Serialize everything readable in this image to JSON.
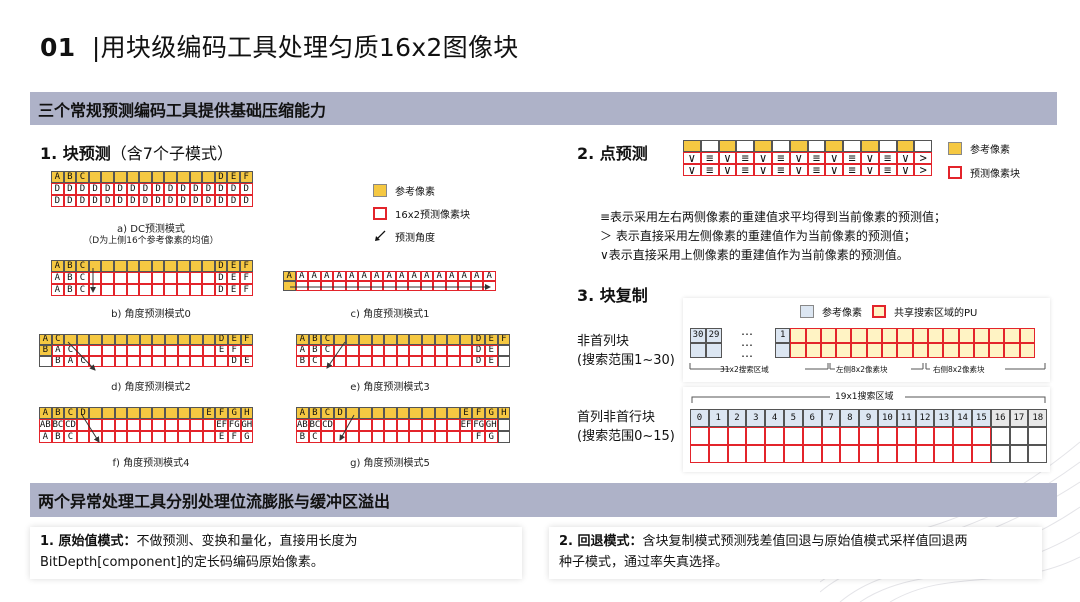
{
  "title": {
    "num": "01",
    "sep": "|",
    "text": "用块级编码工具处理匀质16x2图像块"
  },
  "section1": "三个常规预测编码工具提供基础压缩能力",
  "section2": "两个异常处理工具分别处理位流膨胀与缓冲区溢出",
  "block_pred": {
    "heading": "1. 块预测",
    "heading_note": "（含7个子模式）",
    "legend": [
      "参考像素",
      "16x2预测像素块",
      "预测角度"
    ],
    "dc_caption": "a) DC预测模式",
    "dc_note": "（D为上侧16个参考像素的均值）",
    "captions": [
      "b) 角度预测模式0",
      "c) 角度预测模式1",
      "d) 角度预测模式2",
      "e) 角度预测模式3",
      "f) 角度预测模式4",
      "g) 角度预测模式5"
    ]
  },
  "point_pred": {
    "heading": "2. 点预测",
    "legend": [
      "参考像素",
      "预测像素块"
    ],
    "notes": [
      "≡表示采用左右两侧像素的重建值求平均得到当前像素的预测值；",
      "＞ 表示直接采用左侧像素的重建值作为当前像素的预测值；",
      "∨表示直接采用上侧像素的重建值作为当前像素的预测值。"
    ]
  },
  "block_copy": {
    "heading": "3. 块复制",
    "legend": [
      "参考像素",
      "共享搜索区域的PU"
    ],
    "row1_label": "非首列块",
    "row1_range": "(搜索范围1~30)",
    "row1_cells": [
      "30",
      "29",
      "1"
    ],
    "row1_dots": "…",
    "row1_brackets": [
      "31x2搜索区域",
      "左侧8x2像素块",
      "右侧8x2像素块"
    ],
    "row2_label": "首列非首行块",
    "row2_range": "(搜索范围0~15)",
    "row2_top": "19x1搜索区域",
    "row2_cells": [
      "0",
      "1",
      "2",
      "3",
      "4",
      "5",
      "6",
      "7",
      "8",
      "9",
      "10",
      "11",
      "12",
      "13",
      "14",
      "15",
      "16",
      "17",
      "18"
    ]
  },
  "raw_mode": {
    "label": "1. 原始值模式：",
    "text1": "不做预测、变换和量化，直接用长度为",
    "text2": "BitDepth[component]的定长码编码原始像素。"
  },
  "fallback_mode": {
    "label": "2. 回退模式：",
    "text1": "含块复制模式预测残差值回退与原始值模式采样值回退两",
    "text2": "种子模式，通过率失真选择。"
  },
  "colors": {
    "ref": "#f5c842",
    "pred": "#e3242b",
    "bar": "#aeb2c8",
    "copyref": "#dce6f2"
  }
}
